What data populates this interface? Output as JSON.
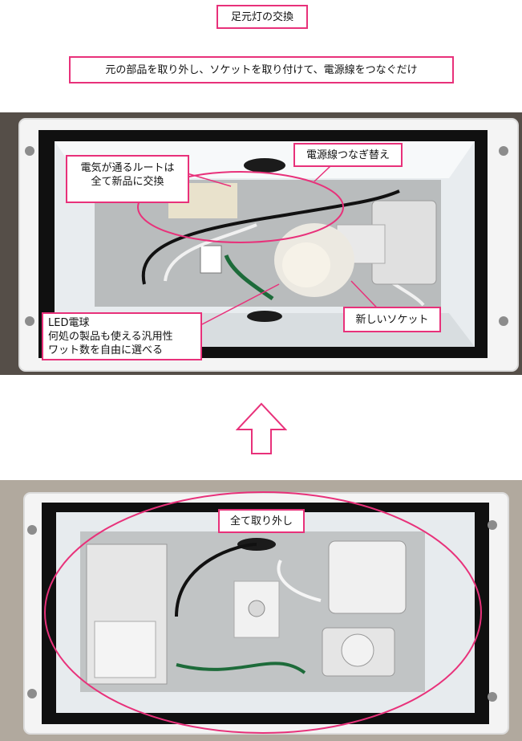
{
  "header": {
    "title": "足元灯の交換",
    "subtitle": "元の部品を取り外し、ソケットを取り付けて、電源線をつなぐだけ"
  },
  "after_photo": {
    "callouts": {
      "route": [
        "電気が通るルートは",
        "全て新品に交換"
      ],
      "wire": "電源線つなぎ替え",
      "socket": "新しいソケット",
      "led": [
        "LED電球",
        "何処の製品も使える汎用性",
        "ワット数を自由に選べる"
      ]
    }
  },
  "before_photo": {
    "callouts": {
      "remove": "全て取り外し"
    }
  },
  "colors": {
    "accent": "#e8317a",
    "arrow_outline": "#e8317a"
  },
  "icons": {
    "arrow": "up-arrow-icon"
  }
}
